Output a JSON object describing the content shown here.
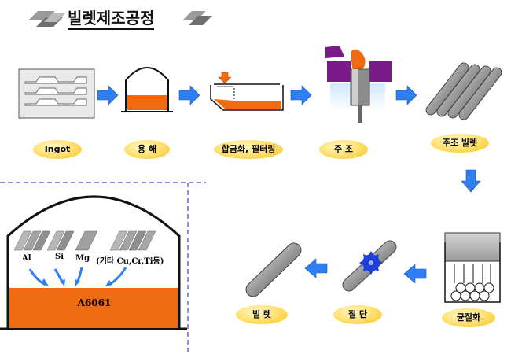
{
  "title": "빌렛제조공정",
  "steps": {
    "ingot": "Ingot",
    "melting": "용 해",
    "alloying": "합금화, 필터링",
    "casting": "주 조",
    "cast_billet": "주조 빌렛",
    "homogenizing": "균질화",
    "cutting": "절 단",
    "billet": "빌 렛"
  },
  "furnace": {
    "elements": [
      "Al",
      "Si",
      "Mg",
      "(기타 Cu,Cr,Ti등)"
    ],
    "alloy": "A6061"
  },
  "colors": {
    "arrow": "#2f7ff2",
    "molten": "#f06a12",
    "label": "#f6c21a",
    "mold": "#7a1a88",
    "divider": "#1c1cb0"
  }
}
